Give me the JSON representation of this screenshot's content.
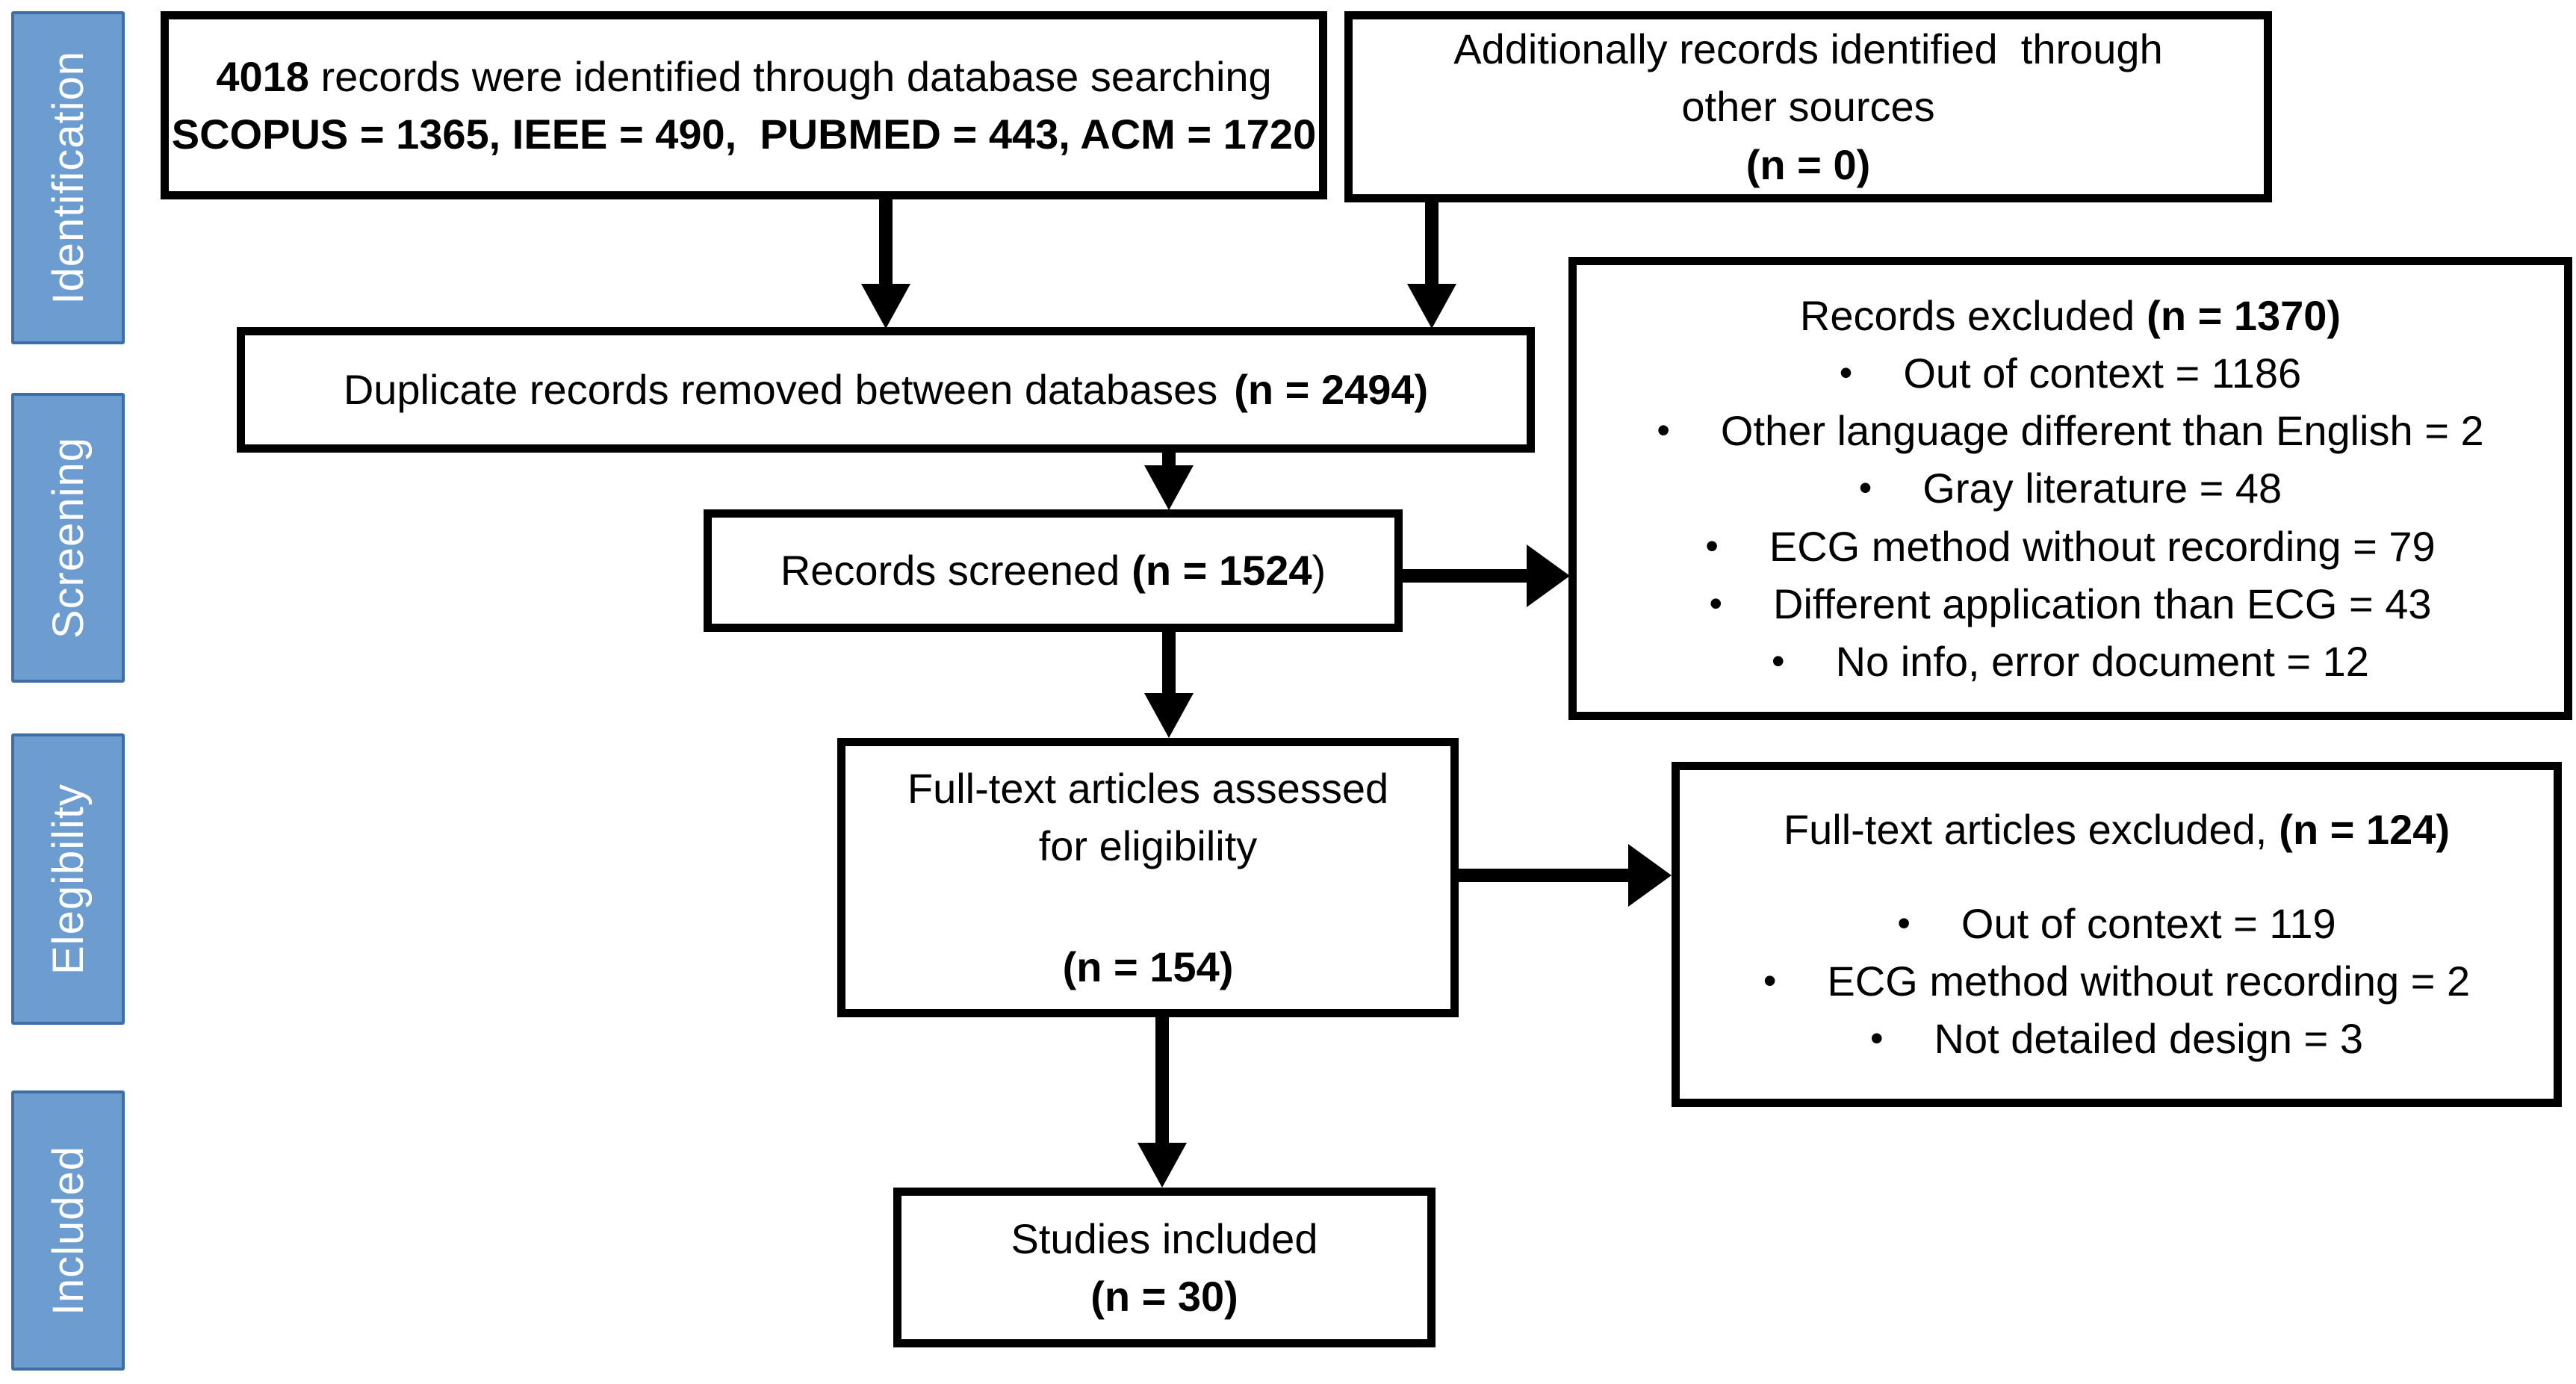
{
  "ui": {
    "bullet": "•"
  },
  "sidebar": {
    "fill_color": "#6D9CD1",
    "border_color": "#3D6EA5",
    "text_color": "#FFFFFF",
    "stages": [
      {
        "label": "Identification"
      },
      {
        "label": "Screening"
      },
      {
        "label": "Elegibility"
      },
      {
        "label": "Included"
      }
    ]
  },
  "boxes": {
    "database_search": {
      "count_bold": "4018",
      "line1_rest": " records were identified through database searching",
      "line2": "SCOPUS = 1365, IEEE = 490,  PUBMED = 443, ACM = 1720"
    },
    "other_sources": {
      "line1": "Additionally records identified  through",
      "line2": "other sources",
      "count": "(n = 0)"
    },
    "duplicates_removed": {
      "text": "Duplicate records removed between databases",
      "count": "(n = 2494)"
    },
    "records_screened": {
      "text": "Records screened",
      "count_bold": "(n = 1524",
      "count_close": ")"
    },
    "records_excluded": {
      "title": "Records excluded",
      "count": "(n = 1370)",
      "items": [
        "Out of context = 1186",
        "Other language different than English = 2",
        "Gray literature = 48",
        "ECG method without recording = 79",
        "Different application than ECG = 43",
        "No info, error document = 12"
      ]
    },
    "fulltext_assessed": {
      "line1": "Full-text articles assessed",
      "line2": "for eligibility",
      "count": "(n = 154)"
    },
    "fulltext_excluded": {
      "title": "Full-text articles excluded,",
      "count": "(n = 124)",
      "items": [
        "Out of context = 119",
        "ECG method without recording = 2",
        "Not detailed design = 3"
      ]
    },
    "studies_included": {
      "line1": "Studies included",
      "count": "(n = 30)"
    }
  },
  "colors": {
    "line": "#000000",
    "box_background": "#FFFFFF",
    "text": "#000000"
  }
}
